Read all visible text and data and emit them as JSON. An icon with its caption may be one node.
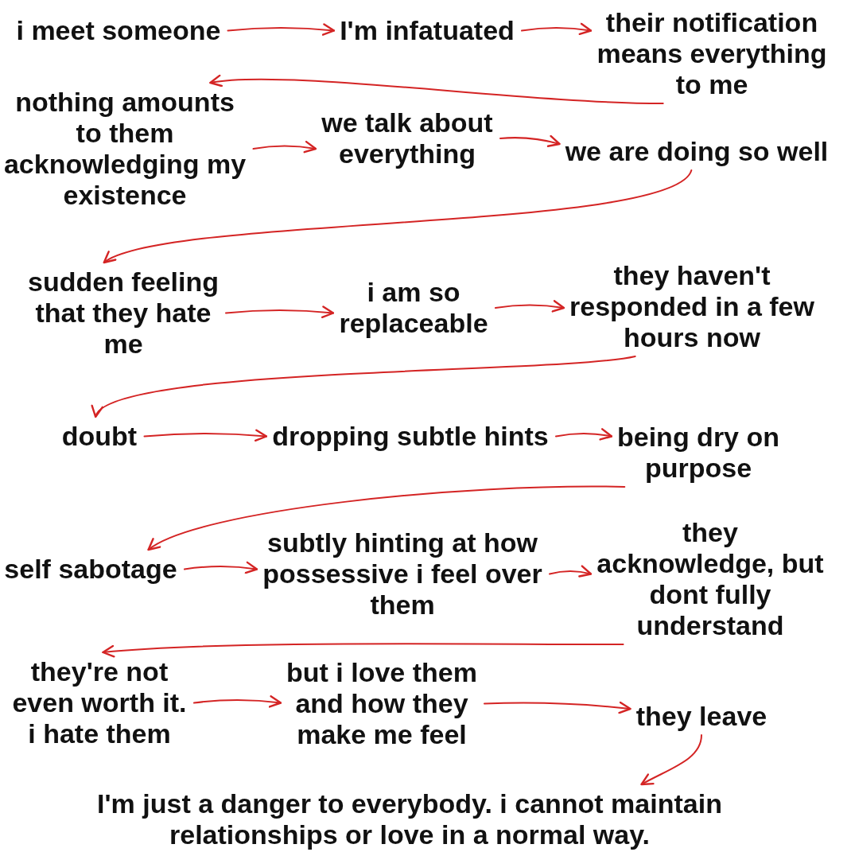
{
  "diagram": {
    "nodes": [
      {
        "text": [
          "i meet someone"
        ]
      },
      {
        "text": [
          "I'm infatuated"
        ]
      },
      {
        "text": [
          "their notification means everything to me"
        ]
      },
      {
        "text": [
          "nothing amounts to them acknowledging my existence"
        ]
      },
      {
        "text": [
          "we talk about everything"
        ]
      },
      {
        "text": [
          "we are doing so well"
        ]
      },
      {
        "text": [
          "sudden feeling that they hate me"
        ]
      },
      {
        "text": [
          "i am so replaceable"
        ]
      },
      {
        "text": [
          "they haven't responded in a few hours now"
        ]
      },
      {
        "text": [
          "doubt"
        ]
      },
      {
        "text": [
          "dropping subtle hints"
        ]
      },
      {
        "text": [
          "being dry on purpose"
        ]
      },
      {
        "text": [
          "self sabotage"
        ]
      },
      {
        "text": [
          "subtly hinting at how possessive i feel over them"
        ]
      },
      {
        "text": [
          "they acknowledge, but dont fully understand"
        ]
      },
      {
        "text": [
          "they're not even worth it. i hate them"
        ]
      },
      {
        "text": [
          "but i love them and how they make me feel"
        ]
      },
      {
        "text": [
          "they leave"
        ]
      },
      {
        "text": [
          "I'm just a danger to everybody. i cannot maintain relationships or love in a normal way."
        ]
      }
    ],
    "edges": [
      {
        "from": 0,
        "to": 1,
        "arrow": "to"
      },
      {
        "from": 1,
        "to": 2,
        "arrow": "to"
      },
      {
        "from": 2,
        "to": 3,
        "arrow": "to"
      },
      {
        "from": 3,
        "to": 4,
        "arrow": "to"
      },
      {
        "from": 4,
        "to": 5,
        "arrow": "to"
      },
      {
        "from": 5,
        "to": 6,
        "arrow": "to"
      },
      {
        "from": 6,
        "to": 7,
        "arrow": "to"
      },
      {
        "from": 7,
        "to": 8,
        "arrow": "to"
      },
      {
        "from": 8,
        "to": 9,
        "arrow": "to"
      },
      {
        "from": 9,
        "to": 10,
        "arrow": "to"
      },
      {
        "from": 10,
        "to": 11,
        "arrow": "to"
      },
      {
        "from": 11,
        "to": 12,
        "arrow": "to"
      },
      {
        "from": 12,
        "to": 13,
        "arrow": "to"
      },
      {
        "from": 13,
        "to": 14,
        "arrow": "to"
      },
      {
        "from": 14,
        "to": 15,
        "arrow": "to"
      },
      {
        "from": 15,
        "to": 16,
        "arrow": "to"
      },
      {
        "from": 16,
        "to": 17,
        "arrow": "to"
      },
      {
        "from": 17,
        "to": 18,
        "arrow": "to"
      }
    ]
  }
}
